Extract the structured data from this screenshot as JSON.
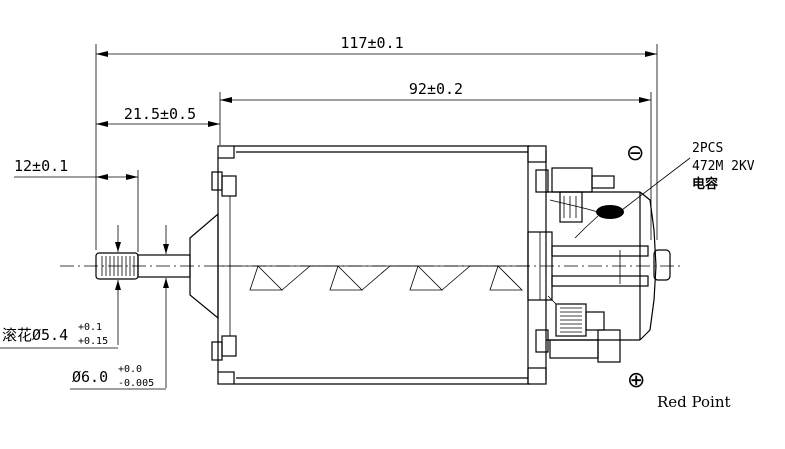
{
  "dimensions": {
    "overall_length": "117±0.1",
    "body_length": "92±0.2",
    "flange_offset": "21.5±0.5",
    "knurl_length": "12±0.1"
  },
  "diameters": {
    "knurl_prefix": "滚花Ø5.4",
    "knurl_tol_upper": "+0.1",
    "knurl_tol_lower": "+0.15",
    "shaft_prefix": "Ø6.0",
    "shaft_tol_upper": "+0.0",
    "shaft_tol_lower": "-0.005"
  },
  "capacitor_note": {
    "line1": "2PCS",
    "line2": "472M 2KV",
    "line3": "电容"
  },
  "terminals": {
    "negative_symbol": "⊖",
    "positive_symbol": "⊕",
    "positive_label": "Red Point"
  }
}
